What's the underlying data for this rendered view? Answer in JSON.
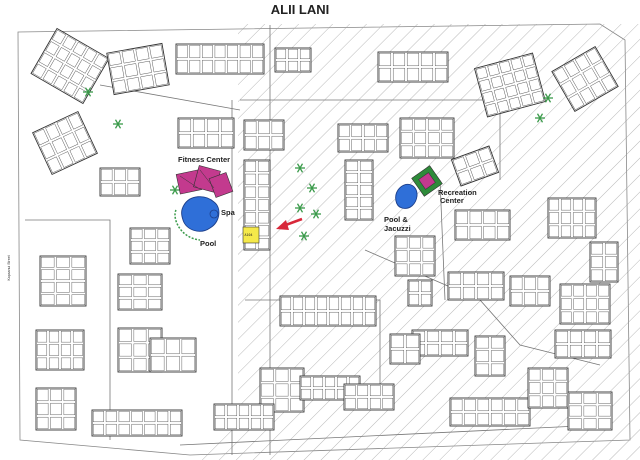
{
  "map": {
    "title": "ALII LANI",
    "road_label": "Kapaanui Street"
  },
  "amenities": [
    {
      "id": "fitness",
      "label": "Fitness Center"
    },
    {
      "id": "pool-left",
      "label": "Pool"
    },
    {
      "id": "spa",
      "label": "Spa"
    },
    {
      "id": "rec",
      "label": "Recreation Center"
    },
    {
      "id": "pool-right-1",
      "label": "Pool &"
    },
    {
      "id": "pool-right-2",
      "label": "Jacuzzi"
    }
  ],
  "colors": {
    "pool_blue": "#2f6fd8",
    "pool_edge": "#1d3f8a",
    "roof_magenta": "#c33a8e",
    "roof_green": "#2e8b3a",
    "highlight_yellow": "#f5e94a",
    "arrow_red": "#d8283a",
    "hatch_gray": "#9a9a9a",
    "palm_green": "#3a9a4a"
  },
  "highlight": {
    "unit_label": "A104",
    "indicator_icon": "red-arrow-icon"
  }
}
